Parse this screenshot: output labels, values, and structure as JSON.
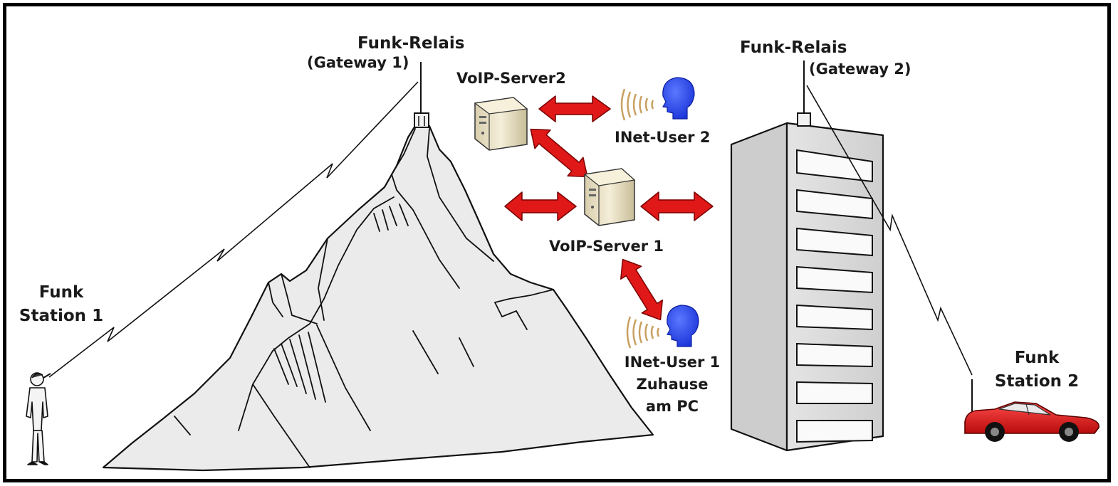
{
  "labels": {
    "relay1_title": "Funk-Relais",
    "relay1_sub": "(Gateway 1)",
    "relay2_title": "Funk-Relais",
    "relay2_sub": "(Gateway 2)",
    "server2": "VoIP-Server2",
    "server1": "VoIP-Server 1",
    "inet_user2": "INet-User 2",
    "inet_user1_line1": "INet-User 1",
    "inet_user1_line2": "Zuhause",
    "inet_user1_line3": "am PC",
    "station1_line1": "Funk",
    "station1_line2": "Station 1",
    "station2_line1": "Funk",
    "station2_line2": "Station 2"
  },
  "colors": {
    "arrow_red": "#e01818",
    "arrow_outline": "#7a0000",
    "user_head_blue": "#1f3fe8",
    "sound_waves": "#c8a060",
    "mountain_fill": "#ebebeb",
    "building_fill": "#dadada",
    "car_red": "#e01616",
    "server_beige": "#efe6c8"
  },
  "icons": [
    "mountain-icon",
    "building-icon",
    "server-icon",
    "user-head-icon",
    "person-icon",
    "car-icon",
    "antenna-icon"
  ]
}
